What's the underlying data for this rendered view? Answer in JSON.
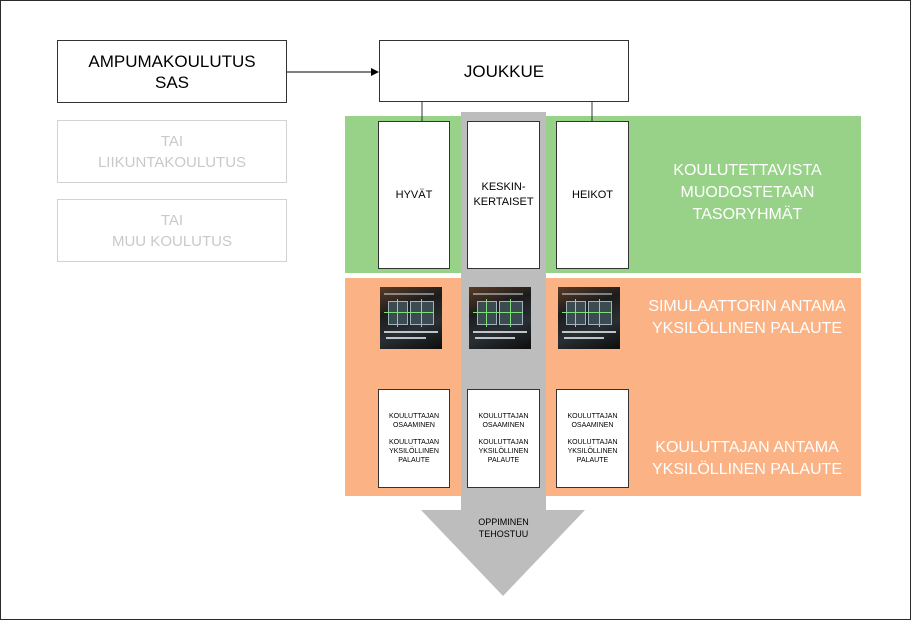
{
  "training": {
    "main_line1": "AMPUMAKOULUTUS",
    "main_line2": "SAS",
    "alt1_line1": "TAI",
    "alt1_line2": "LIIKUNTAKOULUTUS",
    "alt2_line1": "TAI",
    "alt2_line2": "MUU KOULUTUS"
  },
  "unit": {
    "label": "JOUKKUE"
  },
  "groups": [
    {
      "line1": "HYVÄT",
      "line2": ""
    },
    {
      "line1": "KESKIN-",
      "line2": "KERTAISET"
    },
    {
      "line1": "HEIKOT",
      "line2": ""
    }
  ],
  "bands": {
    "green": {
      "line1": "KOULUTETTAVISTA",
      "line2": "MUODOSTETAAN",
      "line3": "TASORYHMÄT"
    },
    "simulator": {
      "line1": "SIMULAATTORIN ANTAMA",
      "line2": "YKSILÖLLINEN PALAUTE"
    },
    "trainer": {
      "line1": "KOULUTTAJAN ANTAMA",
      "line2": "YKSILÖLLINEN PALAUTE"
    }
  },
  "feedback_box": {
    "a1": "KOULUTTAJAN",
    "a2": "OSAAMINEN",
    "b1": "KOULUTTAJAN",
    "b2": "YKSILÖLLINEN",
    "b3": "PALAUTE"
  },
  "arrow": {
    "line1": "OPPIMINEN",
    "line2": "TEHOSTUU"
  },
  "colors": {
    "green_band": "#97d288",
    "orange_band": "#fbb385",
    "arrow_gray": "#bdbdbd"
  },
  "icons": {
    "simulator": "simulator-screen-image"
  }
}
